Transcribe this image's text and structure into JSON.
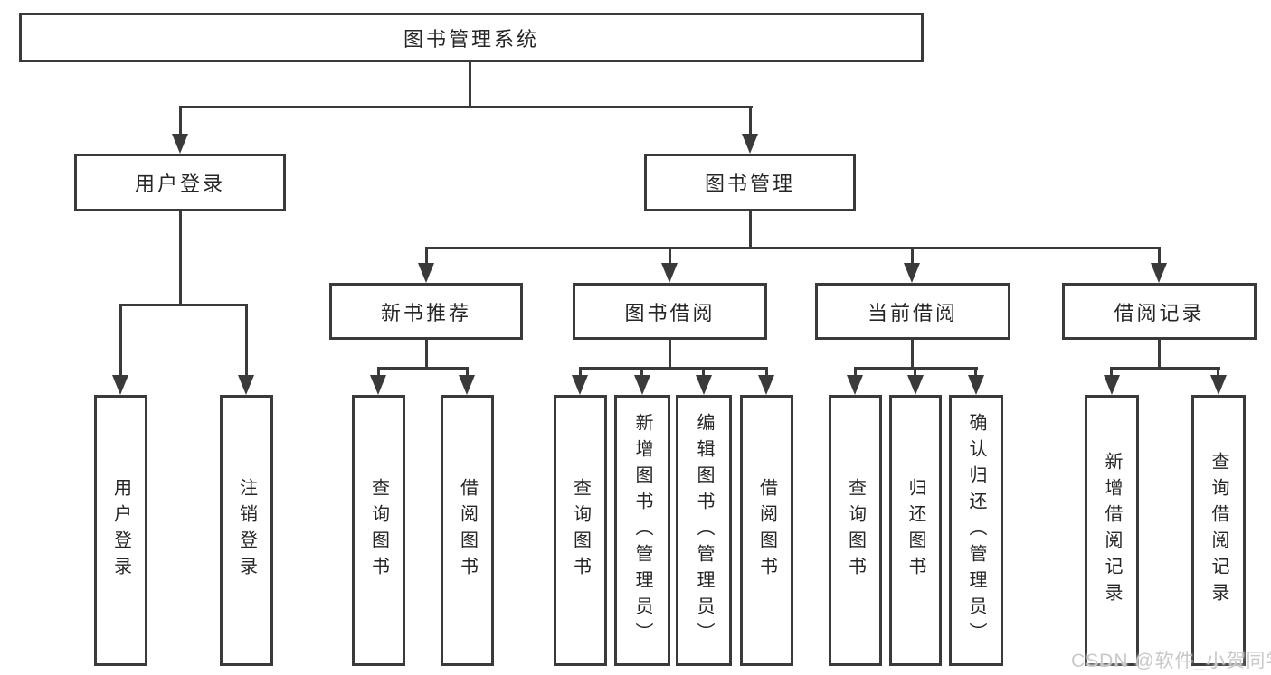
{
  "tree": {
    "root": "图书管理系统",
    "children": [
      {
        "label": "用户登录",
        "children": [
          "用户登录",
          "注销登录"
        ]
      },
      {
        "label": "图书管理",
        "children": [
          {
            "label": "新书推荐",
            "children": [
              "查询图书",
              "借阅图书"
            ]
          },
          {
            "label": "图书借阅",
            "children": [
              "查询图书",
              "新增图书（管理员）",
              "编辑图书（管理员）",
              "借阅图书"
            ]
          },
          {
            "label": "当前借阅",
            "children": [
              "查询图书",
              "归还图书",
              "确认归还（管理员）"
            ]
          },
          {
            "label": "借阅记录",
            "children": [
              "新增借阅记录",
              "查询借阅记录"
            ]
          }
        ]
      }
    ]
  },
  "watermark": {
    "text": "CSDN @软件_小贺同学"
  },
  "colors": {
    "line": "#3a3a3a",
    "text": "#262626",
    "box_background": "#ffffff",
    "watermark": "#c9c9c9",
    "background": "#ffffff"
  }
}
